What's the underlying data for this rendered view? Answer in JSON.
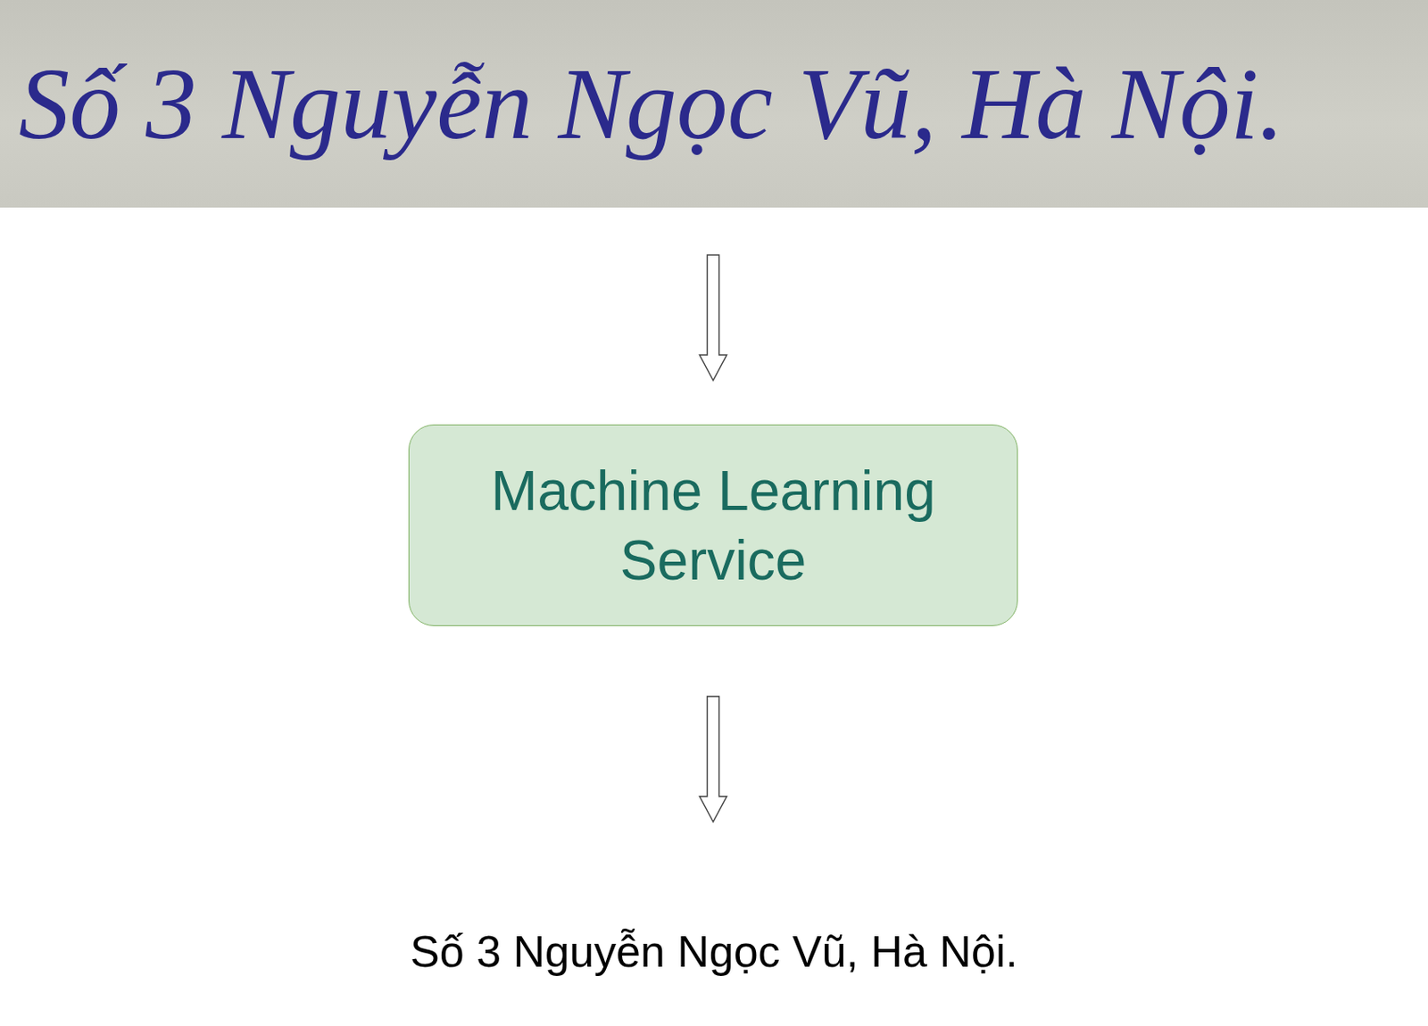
{
  "diagram": {
    "nodes": [
      {
        "text": [
          "Số 3 Nguyễn Ngọc Vũ, Hà Nội."
        ]
      },
      {
        "text": [
          "Machine Learning Service"
        ]
      }
    ],
    "edges": [
      {
        "from": 0,
        "to": 1,
        "arrow": "to"
      }
    ],
    "labels": [
      "Số 3 Nguyễn Ngọc Vũ, Hà Nội."
    ]
  }
}
